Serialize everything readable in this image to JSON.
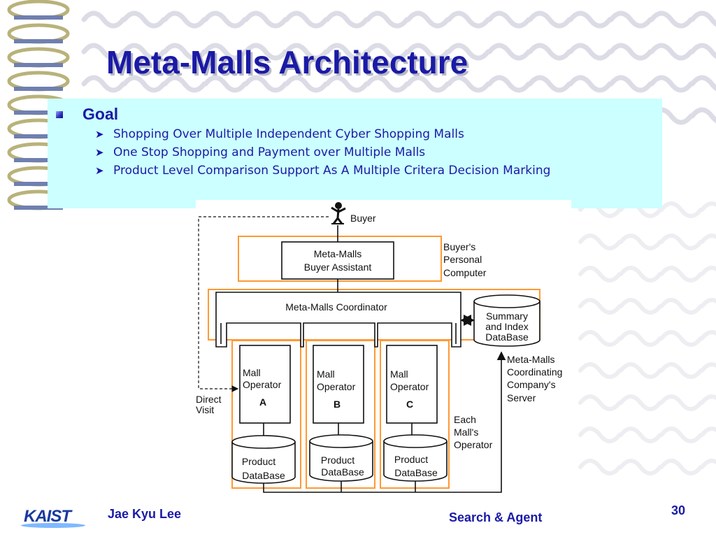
{
  "slide": {
    "title": "Meta-Malls Architecture",
    "colors": {
      "title": "#1a1aa6",
      "goal_box": "#ccffff",
      "diagram_box": "#ff9933",
      "pattern": "#dcdce6"
    }
  },
  "goal": {
    "heading": "Goal",
    "items": [
      "Shopping Over Multiple Independent Cyber Shopping Malls",
      "One Stop Shopping and Payment over Multiple Malls",
      "Product Level Comparison Support As A Multiple Critera Decision Marking"
    ]
  },
  "diagram": {
    "buyer": "Buyer",
    "buyer_assistant": [
      "Meta-Malls",
      "Buyer Assistant"
    ],
    "buyer_pc": [
      "Buyer's",
      "Personal",
      "Computer"
    ],
    "coordinator": "Meta-Malls Coordinator",
    "summary_db": [
      "Summary",
      "and Index",
      "DataBase"
    ],
    "server": [
      "Meta-Malls",
      "Coordinating",
      "Company's",
      "Server"
    ],
    "direct_visit": [
      "Direct",
      "Visit"
    ],
    "mall_operator": [
      "Mall",
      "Operator"
    ],
    "mall_letters": [
      "A",
      "B",
      "C"
    ],
    "product_db": [
      "Product",
      "DataBase"
    ],
    "each_operator": [
      "Each",
      "Mall's",
      "Operator"
    ]
  },
  "footer": {
    "author": "Jae Kyu Lee",
    "course": "Search & Agent",
    "page_number": "30",
    "logo": "KAIST"
  }
}
